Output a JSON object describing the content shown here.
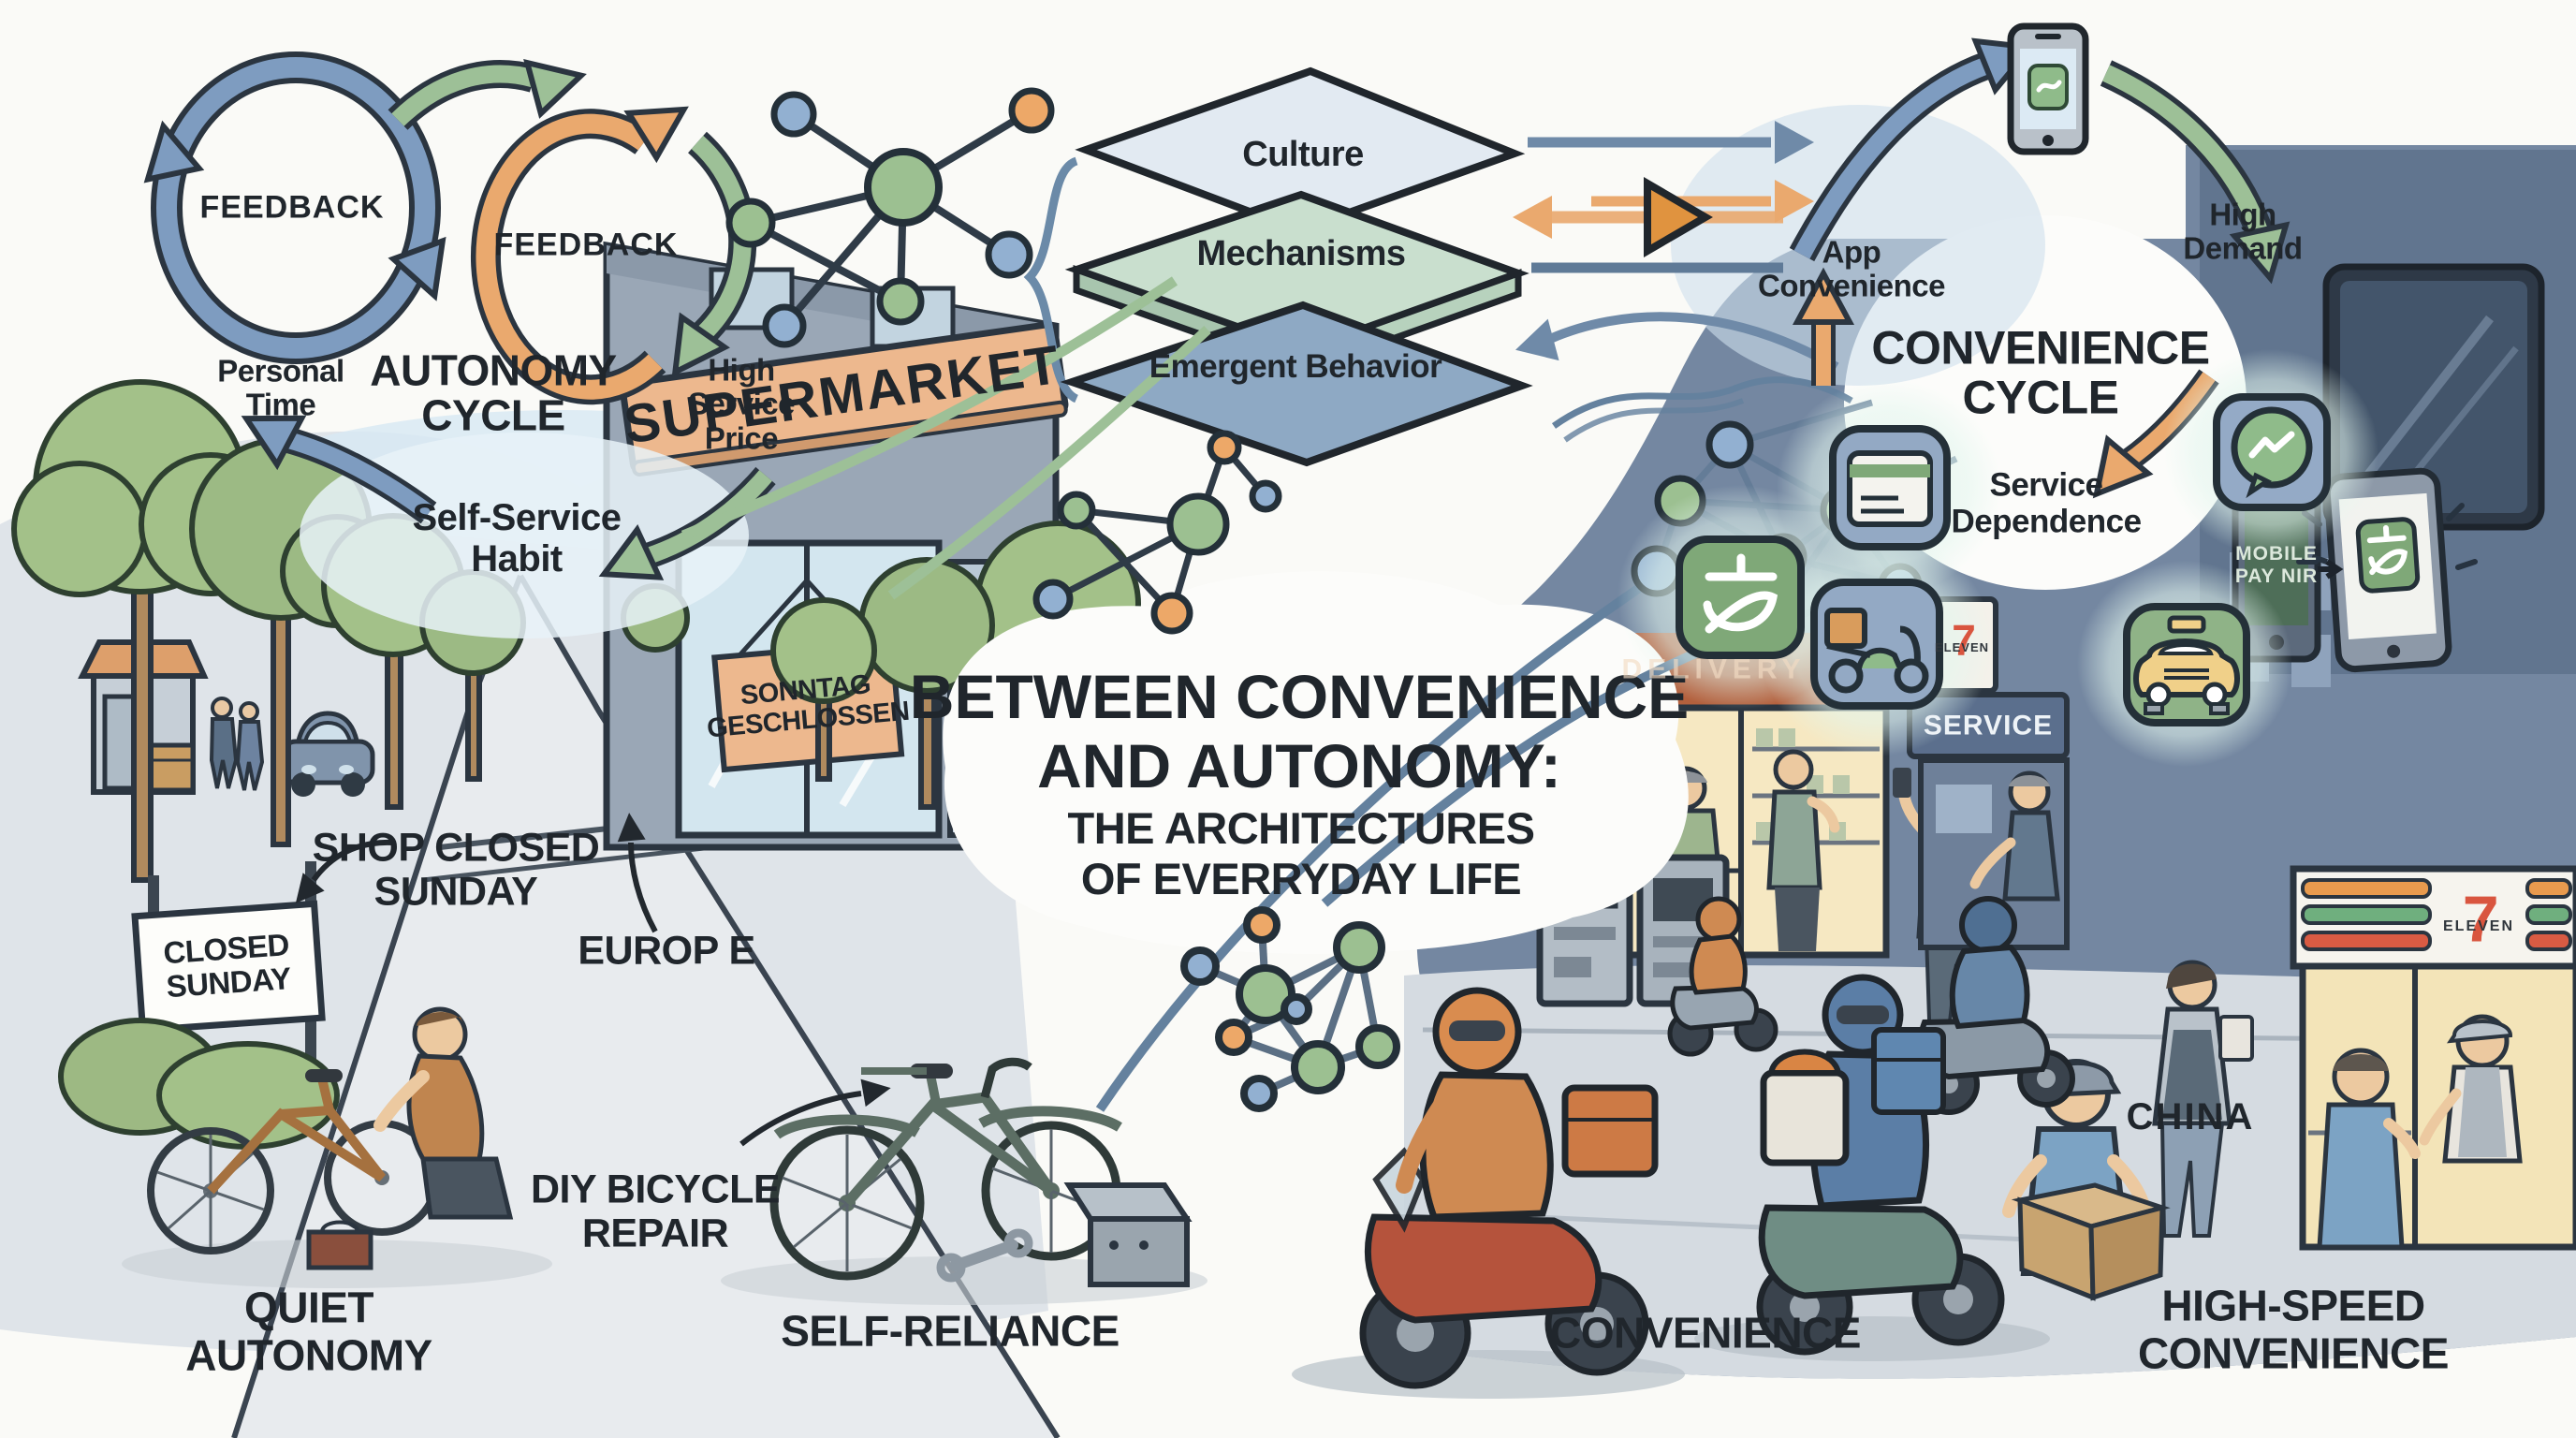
{
  "title": {
    "top": "BETWEEN CONVENIENCE\nAND AUTONOMY:",
    "bottom": "THE ARCHITECTURES\nOF EVERRYDAY LIFE"
  },
  "autonomy": {
    "cycle_label": "AUTONOMY\nCYCLE",
    "feedback_left": "FEEDBACK",
    "feedback_right": "FEEDBACK",
    "personal_time": "Personal\nTime",
    "high_service_price": "High\nService\nPrice",
    "self_service_habit": "Self-Service\nHabit"
  },
  "stack": {
    "culture": "Culture",
    "mechanisms": "Mechanisms",
    "emergent_behavior": "Emergent Behavior"
  },
  "convenience": {
    "cycle_label": "CONVENIENCE\nCYCLE",
    "app_convenience": "App\nConvenience",
    "high_demand": "High\nDemand",
    "service_dependence": "Service\nDependence"
  },
  "europe": {
    "label": "EUROP E",
    "supermarket": "SUPERMARKET",
    "sonntag_sign": "SONNTAG\nGESCHLOSSEN",
    "shop_closed": "SHOP CLOSED\nSUNDAY",
    "closed_sunday": "CLOSED\nSUNDAY",
    "diy": "DIY BICYCLE\nREPAIR",
    "quiet_autonomy": "QUIET\nAUTONOMY",
    "self_reliance": "SELF-RELIANCE"
  },
  "china": {
    "label": "CHINA",
    "convenience": "CONVENIENCE",
    "high_speed": "HIGH-SPEED\nCONVENIENCE",
    "service": "SERVICE",
    "delivery": "DELIVERY",
    "mobile_pay": "MOBILE\nPAY NIR",
    "seven": "7",
    "eleven": "ELEVEN"
  },
  "colors": {
    "blue": "#7e9cc0",
    "green": "#9dc097",
    "orange": "#eaa96e",
    "alipay_green": "#7fa878",
    "icon_blue": "#93a9c4",
    "sign_orange": "#edb88e",
    "layer_culture": "#e2eaf2",
    "layer_mechanisms": "#c9dfce",
    "layer_emergent": "#8ea9c4"
  }
}
